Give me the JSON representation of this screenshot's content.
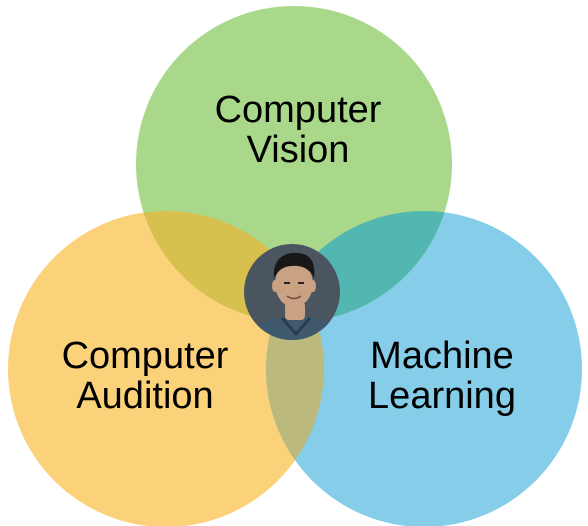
{
  "diagram": {
    "circles": [
      {
        "id": "computer-vision",
        "lines": [
          "Computer",
          "Vision"
        ],
        "color": "#a9d88a"
      },
      {
        "id": "computer-audition",
        "lines": [
          "Computer",
          "Audition"
        ],
        "color": "#fbd27a"
      },
      {
        "id": "machine-learning",
        "lines": [
          "Machine",
          "Learning"
        ],
        "color": "#85cde9"
      }
    ],
    "overlap_colors": {
      "vision_audition": "#d8c04e",
      "vision_learning": "#52b7b0",
      "audition_learning": "#bcb97c",
      "center_background": "#4a5560"
    },
    "center_photo": {
      "description_icon": "person-portrait-icon",
      "shirt_color": "#3e5a6c",
      "skin_color": "#c9a183",
      "hair_color": "#181818"
    }
  }
}
